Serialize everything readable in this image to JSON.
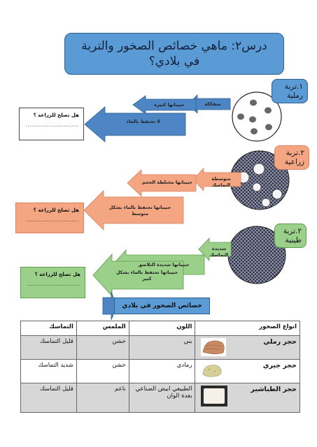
{
  "title": "درس٢: ماهي خصائص الصخور والتربة في بلادي؟",
  "soils": [
    {
      "label": "١.تربة رملية",
      "arrow1": "متفككة",
      "arrow2": "حبيباتها كبيرة",
      "arrow3": "لا تحتفظ بالماء",
      "question": "هل تصلح للزراعة ؟",
      "dots": "............................",
      "color": "#4e86c5"
    },
    {
      "label": "٢.تربة زراعية",
      "arrow1": "متوسطة التماسك",
      "arrow2": "حبيباتها مختلطة الحجم",
      "arrow3": "حبيباتها تحتفظ بالماء بشكل متوسط",
      "question": "هل تصلح للزراعة ؟",
      "dots": "............................",
      "color": "#f4a582"
    },
    {
      "label": "٢.تربة طينية",
      "arrow1": "شديدة التماسك",
      "arrow2": "حبيباتها شديدة التلاصق",
      "arrow3": "حبيباتها تحتفظ بالماء بشكل كبير",
      "question": "هل تصلح للزراعة ؟",
      "dots": "............................",
      "color": "#9bd08b"
    }
  ],
  "table_banner": "خصائص الصخور في بلادي",
  "table": {
    "headers": [
      "انواع الصخور",
      "اللون",
      "الملمس",
      "التماسك"
    ],
    "rows": [
      [
        "حجر رملي",
        "بني",
        "خشن",
        "قليل التماسك"
      ],
      [
        "حجر جيري",
        "رمادي",
        "خشن",
        "شديد التماسك"
      ],
      [
        "حجر الطباشير",
        "الطبيعي ابيض الصناعي بعدة الوان",
        "ناعم",
        "قليل التماسك"
      ]
    ]
  }
}
